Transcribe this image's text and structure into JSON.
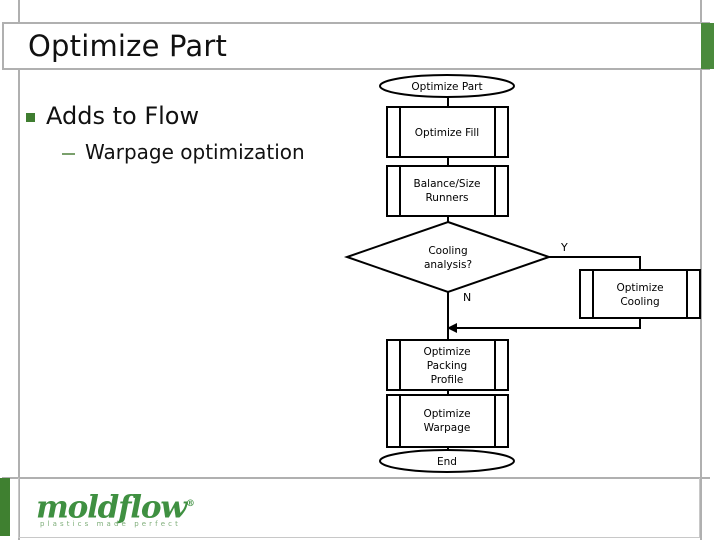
{
  "slide": {
    "title": "Optimize Part",
    "accent_color": "#4a8a3c",
    "bullets": {
      "level1": "Adds to Flow",
      "level2": "Warpage optimization"
    }
  },
  "flowchart": {
    "start_label": "Optimize Part",
    "nodes": [
      {
        "id": "start",
        "shape": "terminator",
        "label": "Optimize Part"
      },
      {
        "id": "fill",
        "shape": "predefined-process",
        "label": "Optimize Fill"
      },
      {
        "id": "runners",
        "shape": "predefined-process",
        "label": "Balance/Size Runners",
        "line1": "Balance/Size",
        "line2": "Runners"
      },
      {
        "id": "decision",
        "shape": "decision",
        "label": "Cooling analysis?",
        "line1": "Cooling",
        "line2": "analysis?"
      },
      {
        "id": "cooling",
        "shape": "predefined-process",
        "label": "Optimize Cooling",
        "line1": "Optimize",
        "line2": "Cooling"
      },
      {
        "id": "packing",
        "shape": "predefined-process",
        "label": "Optimize Packing Profile",
        "line1": "Optimize",
        "line2": "Packing",
        "line3": "Profile"
      },
      {
        "id": "warpage",
        "shape": "predefined-process",
        "label": "Optimize Warpage",
        "line1": "Optimize",
        "line2": "Warpage"
      },
      {
        "id": "end",
        "shape": "terminator",
        "label": "End"
      }
    ],
    "branch_labels": {
      "yes": "Y",
      "no": "N"
    }
  },
  "footer": {
    "logo_word": "moldflow",
    "logo_tagline": "plastics made perfect",
    "logo_tm": "®",
    "logo_color": "#3f9041",
    "accent_color": "#3f8030"
  }
}
